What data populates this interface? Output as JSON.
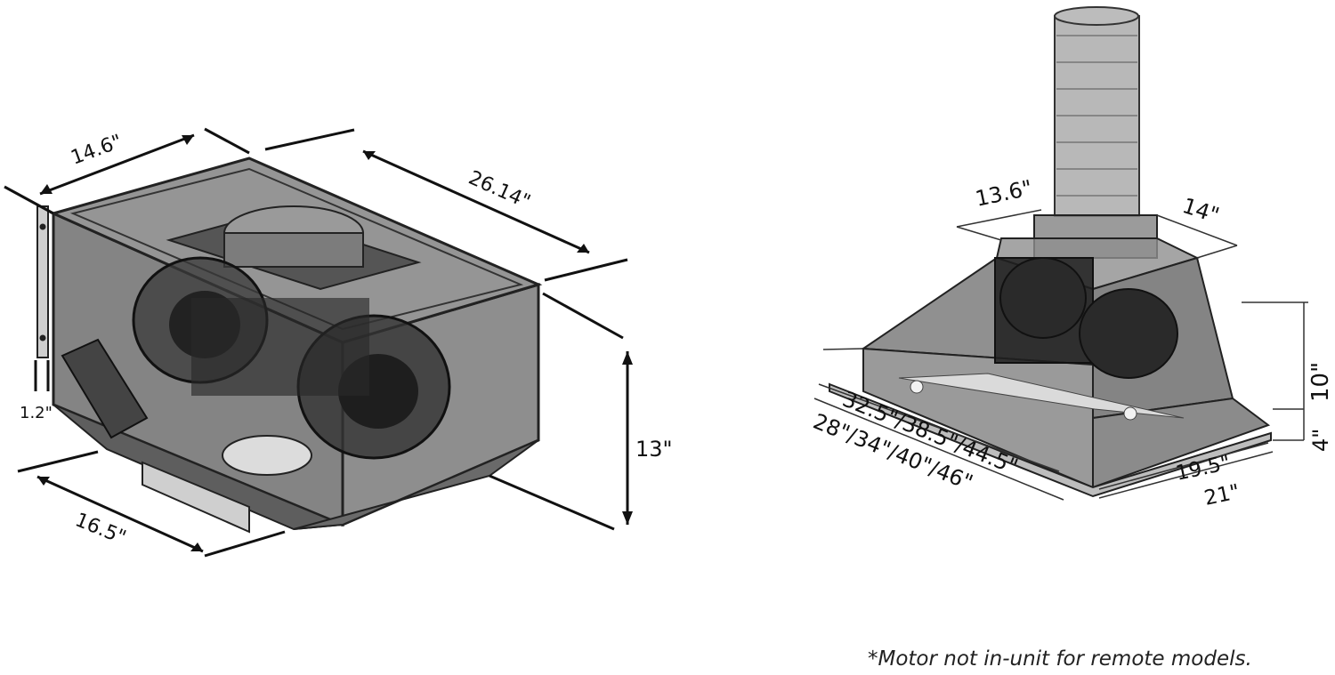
{
  "left_unit": {
    "dims": {
      "depth": "14.6\"",
      "length": "26.14\"",
      "bracket": "1.2\"",
      "height": "13\"",
      "bottom_width": "16.5\""
    }
  },
  "right_unit": {
    "dims": {
      "top_width": "13.6\"",
      "top_depth": "14\"",
      "height": "10\"",
      "lip": "4\"",
      "inner_widths": "32.5\"/38.5\"/44.5\"",
      "outer_widths": "28\"/34\"/40\"/46\"",
      "inner_depth": "19.5\"",
      "outer_depth": "21\""
    }
  },
  "footnote": "*Motor not in-unit for remote models."
}
